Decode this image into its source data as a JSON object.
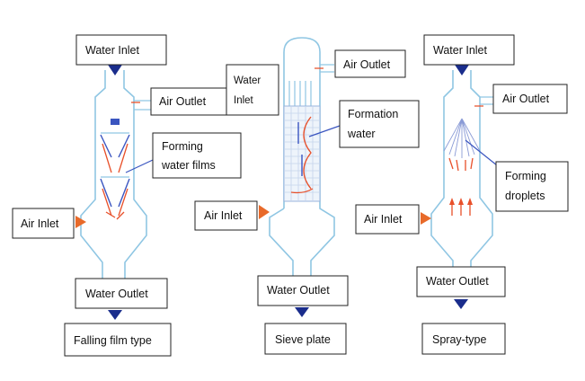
{
  "diagrams": [
    {
      "caption": "Falling film type",
      "labels": {
        "water_inlet": "Water Inlet",
        "air_outlet": "Air Outlet",
        "feature": "Forming water films",
        "feature_lines": [
          "Forming",
          "water films"
        ],
        "air_inlet": "Air Inlet",
        "water_outlet": "Water Outlet"
      }
    },
    {
      "caption": "Sieve plate",
      "labels": {
        "water_inlet": "Water Inlet",
        "water_inlet_lines": [
          "Water",
          "Inlet"
        ],
        "air_outlet": "Air Outlet",
        "feature": "Formation water",
        "feature_lines": [
          "Formation",
          "water"
        ],
        "air_inlet": "Air Inlet",
        "water_outlet": "Water Outlet"
      }
    },
    {
      "caption": "Spray-type",
      "labels": {
        "water_inlet": "Water Inlet",
        "air_outlet": "Air Outlet",
        "feature": "Forming droplets",
        "feature_lines": [
          "Forming",
          "droplets"
        ],
        "air_inlet": "Air Inlet",
        "water_outlet": "Water Outlet"
      }
    }
  ],
  "colors": {
    "vessel": "#8fc6e3",
    "flow_arrow": "#1a2d8c",
    "air_inlet_arrow": "#e86a2a",
    "air_flow": "#e8502a",
    "water_flow": "#3a55c0"
  }
}
